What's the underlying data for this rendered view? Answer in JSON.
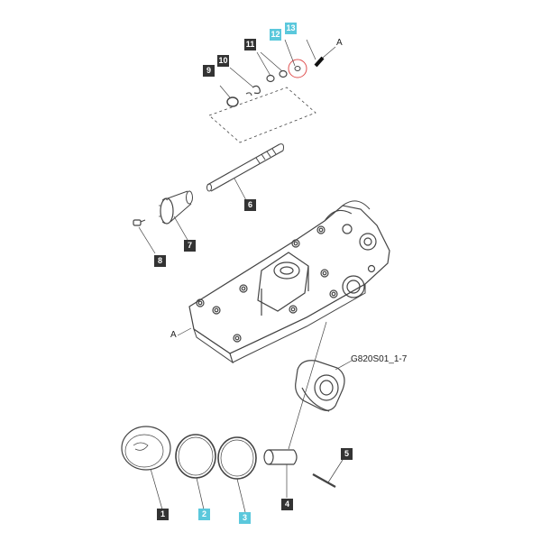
{
  "diagram": {
    "figure_code": "G820S01_1-7",
    "ref_marker_top": "A",
    "ref_marker_housing": "A",
    "callouts": [
      {
        "number": "1",
        "highlighted": false
      },
      {
        "number": "2",
        "highlighted": true
      },
      {
        "number": "3",
        "highlighted": true
      },
      {
        "number": "4",
        "highlighted": false
      },
      {
        "number": "5",
        "highlighted": false
      },
      {
        "number": "6",
        "highlighted": false
      },
      {
        "number": "7",
        "highlighted": false
      },
      {
        "number": "8",
        "highlighted": false
      },
      {
        "number": "9",
        "highlighted": false
      },
      {
        "number": "10",
        "highlighted": false
      },
      {
        "number": "11",
        "highlighted": false
      },
      {
        "number": "12",
        "highlighted": true
      },
      {
        "number": "13",
        "highlighted": true
      }
    ],
    "colors": {
      "callout_dark": "#333333",
      "callout_highlight": "#5bc8dc",
      "line": "#444444",
      "highlight_ring": "#e05050"
    }
  }
}
